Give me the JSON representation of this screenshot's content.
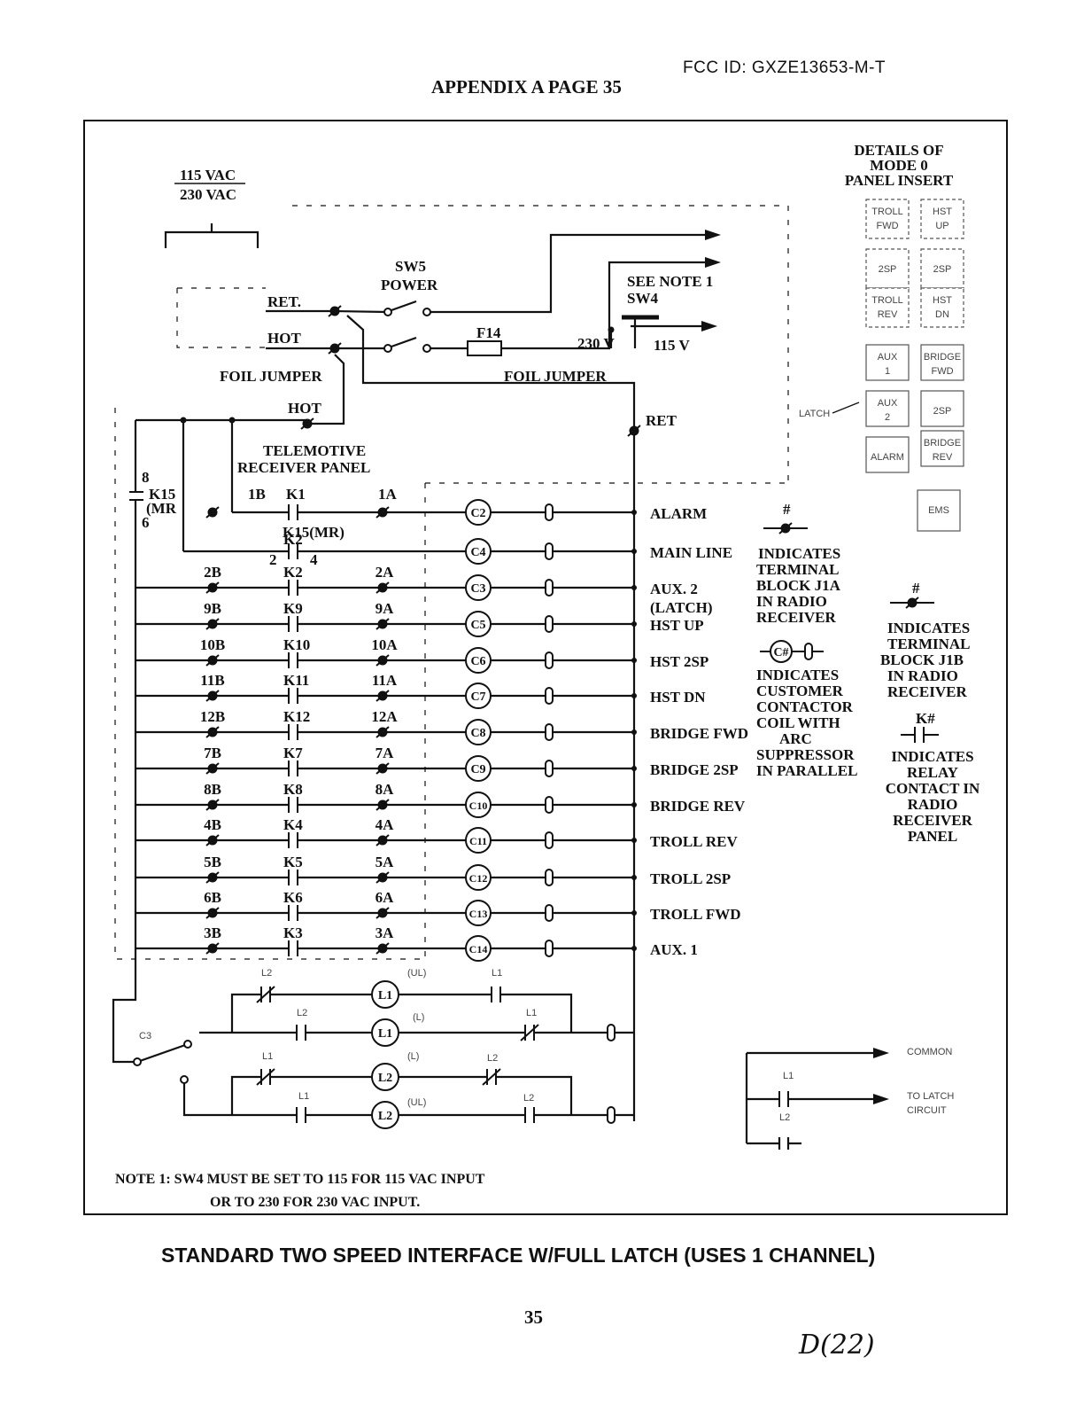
{
  "header": {
    "fcc_id": "FCC ID: GXZE13653-M-T",
    "appendix": "APPENDIX A PAGE 35"
  },
  "power": {
    "voltage_top": "115 VAC",
    "voltage_bottom": "230 VAC",
    "ret": "RET.",
    "hot": "HOT",
    "foil_jumper_left": "FOIL JUMPER",
    "foil_jumper_right": "FOIL JUMPER",
    "sw5_line1": "SW5",
    "sw5_line2": "POWER",
    "note_ref_line1": "SEE NOTE 1",
    "note_ref_line2": "SW4",
    "fuse": "F14",
    "v230": "230 V",
    "v115": "115 V",
    "hot_terminal": "HOT",
    "ret_terminal": "RET"
  },
  "receiver": {
    "line1": "TELEMOTIVE",
    "line2": "RECEIVER PANEL",
    "k15_label": "K15",
    "k15_sub": "(MR",
    "k15_pin8": "8",
    "k15_pin6": "6",
    "k15mr_label": "K15(MR)",
    "pin2": "2",
    "pin4": "4"
  },
  "rows": [
    {
      "b": "1B",
      "k": "K1",
      "a": "1A",
      "coil": "C2",
      "function": "ALARM"
    },
    {
      "b": "",
      "k": "K2",
      "a": "",
      "coil": "C4",
      "function": "MAIN LINE"
    },
    {
      "b": "2B",
      "k": "K2",
      "a": "2A",
      "coil": "C3",
      "function": "AUX. 2"
    },
    {
      "b": "9B",
      "k": "K9",
      "a": "9A",
      "coil": "C5",
      "function": "HST UP"
    },
    {
      "b": "10B",
      "k": "K10",
      "a": "10A",
      "coil": "C6",
      "function": "HST 2SP"
    },
    {
      "b": "11B",
      "k": "K11",
      "a": "11A",
      "coil": "C7",
      "function": "HST DN"
    },
    {
      "b": "12B",
      "k": "K12",
      "a": "12A",
      "coil": "C8",
      "function": "BRIDGE FWD"
    },
    {
      "b": "7B",
      "k": "K7",
      "a": "7A",
      "coil": "C9",
      "function": "BRIDGE 2SP"
    },
    {
      "b": "8B",
      "k": "K8",
      "a": "8A",
      "coil": "C10",
      "function": "BRIDGE REV"
    },
    {
      "b": "4B",
      "k": "K4",
      "a": "4A",
      "coil": "C11",
      "function": "TROLL REV"
    },
    {
      "b": "5B",
      "k": "K5",
      "a": "5A",
      "coil": "C12",
      "function": "TROLL 2SP"
    },
    {
      "b": "6B",
      "k": "K6",
      "a": "6A",
      "coil": "C13",
      "function": "TROLL FWD"
    },
    {
      "b": "3B",
      "k": "K3",
      "a": "3A",
      "coil": "C14",
      "function": "AUX. 1"
    }
  ],
  "latch_sub": "(LATCH)",
  "legend": {
    "hash": "#",
    "j1a": [
      "INDICATES",
      "TERMINAL",
      "BLOCK J1A",
      "IN RADIO",
      "RECEIVER"
    ],
    "hash2": "#",
    "j1b": [
      "INDICATES",
      "TERMINAL",
      "BLOCK J1B",
      "IN RADIO",
      "RECEIVER"
    ],
    "coil_symbol": "C#",
    "coil": [
      "INDICATES",
      "CUSTOMER",
      "CONTACTOR",
      "COIL WITH",
      "ARC",
      "SUPPRESSOR",
      "IN PARALLEL"
    ],
    "relay_symbol": "K#",
    "relay": [
      "INDICATES",
      "RELAY",
      "CONTACT IN",
      "RADIO",
      "RECEIVER",
      "PANEL"
    ]
  },
  "panel_insert": {
    "title": [
      "DETAILS OF",
      "MODE 0",
      "PANEL INSERT"
    ],
    "cells": [
      [
        "TROLL",
        "FWD"
      ],
      [
        "HST",
        "UP"
      ],
      [
        "2SP",
        ""
      ],
      [
        "2SP",
        ""
      ],
      [
        "TROLL",
        "REV"
      ],
      [
        "HST",
        "DN"
      ],
      [
        "AUX",
        "1"
      ],
      [
        "BRIDGE",
        "FWD"
      ],
      [
        "AUX",
        "2"
      ],
      [
        "2SP",
        ""
      ],
      [
        "ALARM",
        ""
      ],
      [
        "BRIDGE",
        "REV"
      ],
      [
        "EMS",
        ""
      ]
    ],
    "latch_arrow": "LATCH"
  },
  "latch_circuit": {
    "c3": "C3",
    "l2_a": "L2",
    "ul_a": "(UL)",
    "l1_a": "L1",
    "l2_b": "L2",
    "l_b": "(L)",
    "l1_b": "L1",
    "l1_c": "L1",
    "l_c": "(L)",
    "l2_c": "L2",
    "l1_d": "L1",
    "ul_d": "(UL)",
    "l2_d": "L2",
    "coil_l1": "L1",
    "coil_l2": "L2"
  },
  "latch_out": {
    "common": "COMMON",
    "l1": "L1",
    "l2": "L2",
    "to_latch_1": "TO LATCH",
    "to_latch_2": "CIRCUIT"
  },
  "notes": {
    "line1": "NOTE 1: SW4 MUST BE SET TO 115 FOR 115 VAC INPUT",
    "line2": "OR TO 230 FOR 230 VAC INPUT."
  },
  "caption": "STANDARD TWO SPEED INTERFACE W/FULL LATCH (USES 1 CHANNEL)",
  "page_number": "35",
  "handwritten": "D(22)"
}
